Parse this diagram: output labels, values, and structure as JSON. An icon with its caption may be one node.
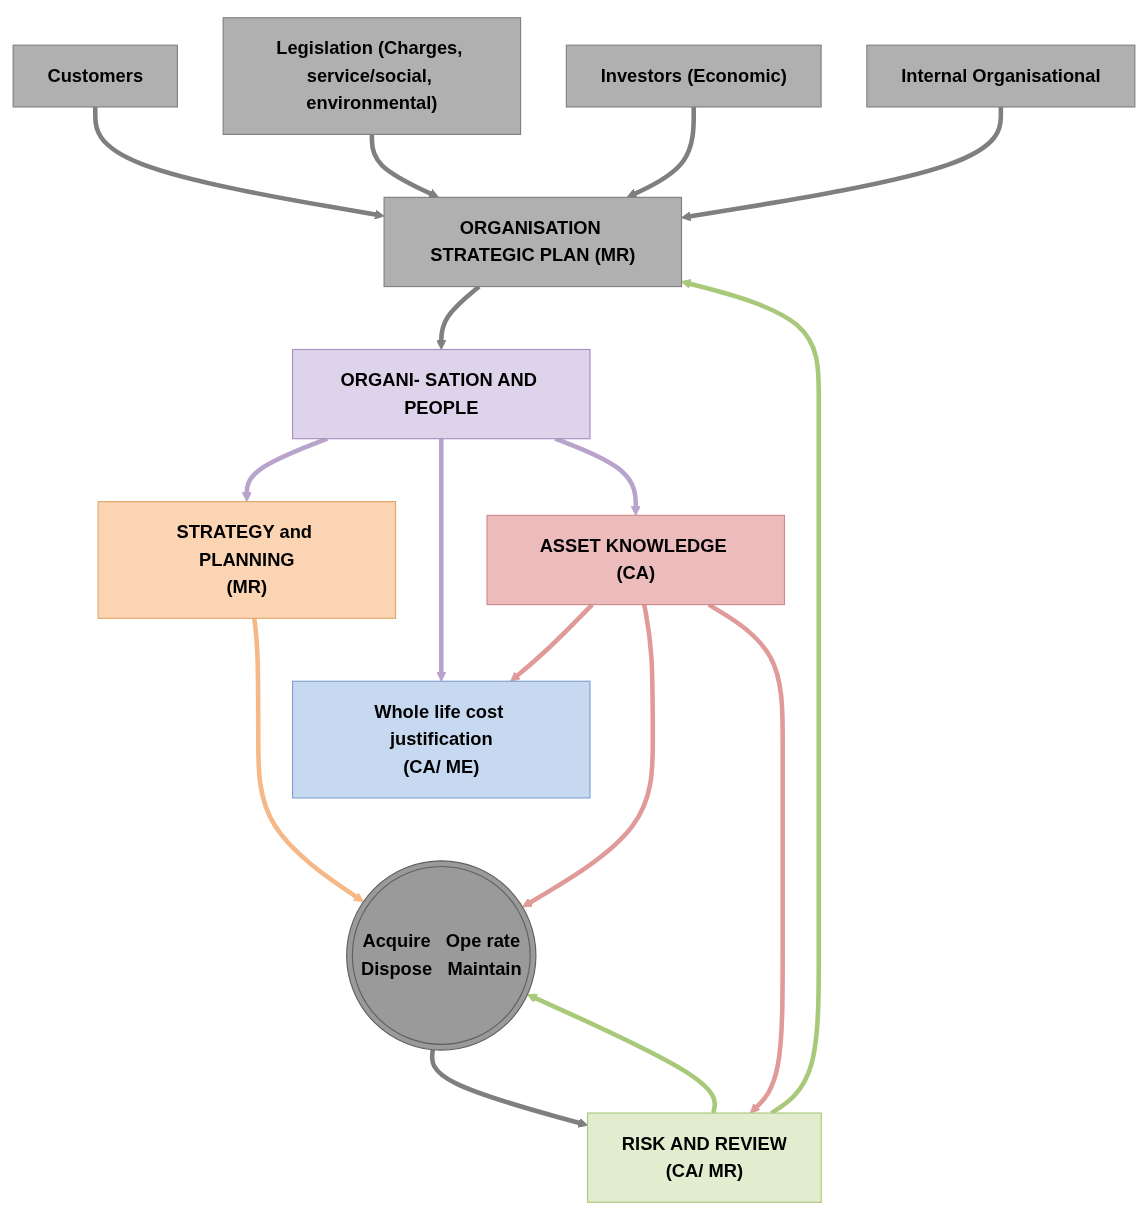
{
  "diagram": {
    "nodes": [
      {
        "text": [
          "Customers"
        ]
      },
      {
        "text": [
          "Legislation (Charges, service/social, environmental)"
        ]
      },
      {
        "text": [
          "Investors (Economic)"
        ]
      },
      {
        "text": [
          "Internal Organisational"
        ]
      },
      {
        "text": [
          "ORGANISATION STRATEGIC PLAN",
          "(MR)"
        ]
      },
      {
        "text": [
          "ORGANI- SATION AND PEOPLE"
        ]
      },
      {
        "text": [
          "STRATEGY and PLANNING",
          "(MR)"
        ]
      },
      {
        "text": [
          "Whole life cost justification",
          "(CA/ ME)"
        ]
      },
      {
        "text": [
          "Acquire",
          "Ope rate",
          "Dispose",
          "Maintain"
        ]
      },
      {
        "text": [
          "RISK AND REVIEW",
          "(CA/ MR)"
        ]
      },
      {
        "text": [
          "ASSET KNOWLEDGE",
          "(CA)"
        ]
      }
    ],
    "edges": [
      {
        "from": 0,
        "to": 4,
        "arrow": "to"
      },
      {
        "from": 1,
        "to": 4,
        "arrow": "to"
      },
      {
        "from": 2,
        "to": 4,
        "arrow": "to"
      },
      {
        "from": 3,
        "to": 4,
        "arrow": "to"
      },
      {
        "from": 4,
        "to": 5,
        "arrow": "to"
      },
      {
        "from": 5,
        "to": 6,
        "arrow": "to",
        "color": "#b8a3cc"
      },
      {
        "from": 5,
        "to": 7,
        "arrow": "to",
        "color": "#b8a3cc"
      },
      {
        "from": 5,
        "to": 10,
        "arrow": "to",
        "color": "#b8a3cc"
      },
      {
        "from": 6,
        "to": 8,
        "arrow": "to",
        "color": "#f5b886"
      },
      {
        "from": 9,
        "to": 8,
        "arrow": "to",
        "color": "#a9c97a"
      },
      {
        "from": 8,
        "to": 9,
        "arrow": "to"
      },
      {
        "from": 9,
        "to": 4,
        "arrow": "to",
        "color": "#a9c97a"
      },
      {
        "from": 10,
        "to": 7,
        "arrow": "to",
        "color": "#e09a9a"
      },
      {
        "from": 10,
        "to": 8,
        "arrow": "to",
        "color": "#e09a9a"
      },
      {
        "from": 10,
        "to": 9,
        "arrow": "to",
        "color": "#e09a9a"
      }
    ]
  }
}
